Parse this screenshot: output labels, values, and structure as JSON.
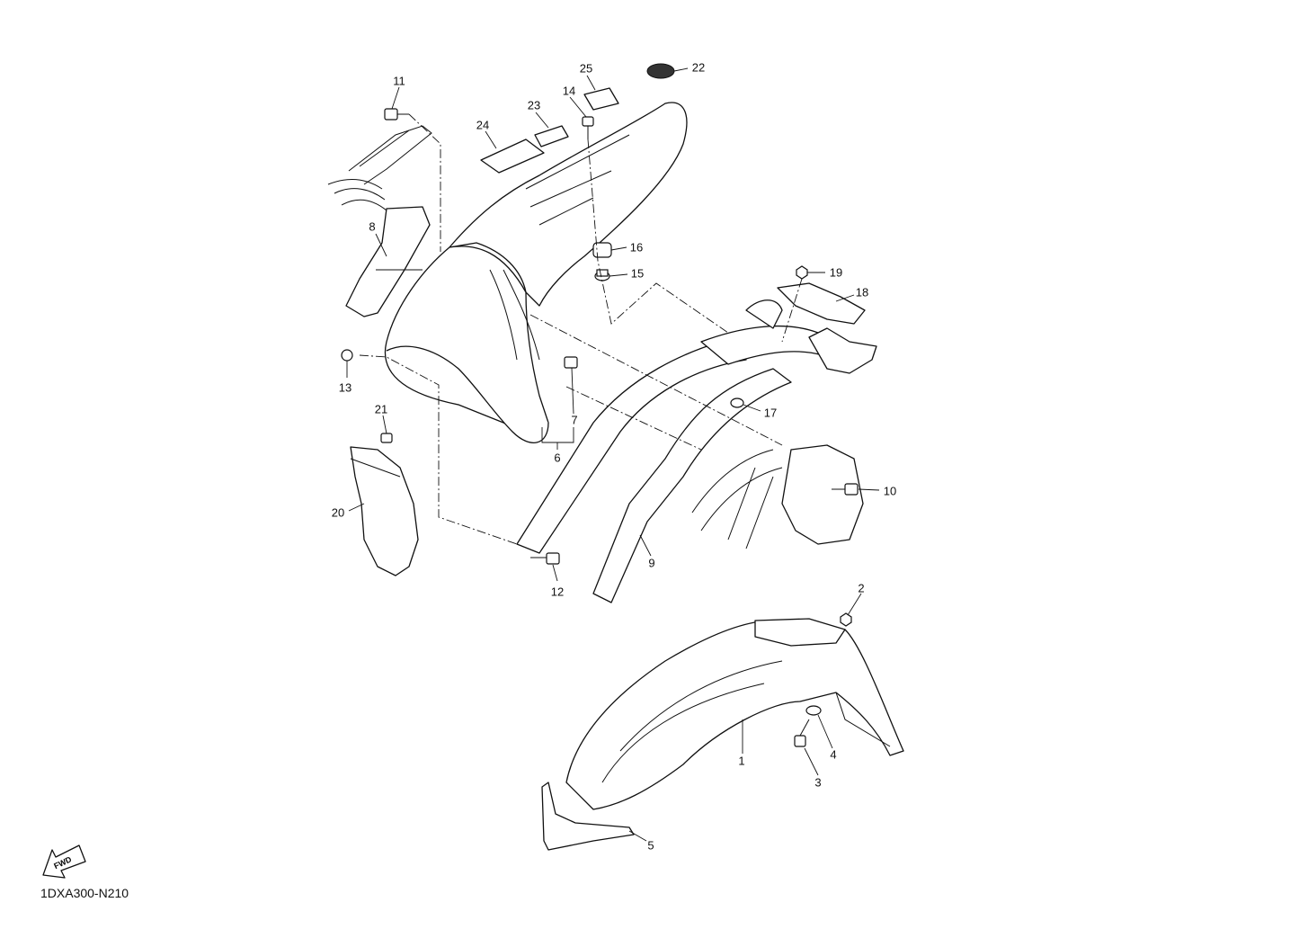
{
  "diagram": {
    "code": "1DXA300-N210",
    "fwd_label": "FWD",
    "callouts": [
      {
        "id": "c1",
        "text": "1"
      },
      {
        "id": "c2",
        "text": "2"
      },
      {
        "id": "c3",
        "text": "3"
      },
      {
        "id": "c4",
        "text": "4"
      },
      {
        "id": "c5",
        "text": "5"
      },
      {
        "id": "c6",
        "text": "6"
      },
      {
        "id": "c7",
        "text": "7"
      },
      {
        "id": "c8",
        "text": "8"
      },
      {
        "id": "c9",
        "text": "9"
      },
      {
        "id": "c10",
        "text": "10"
      },
      {
        "id": "c11",
        "text": "11"
      },
      {
        "id": "c12",
        "text": "12"
      },
      {
        "id": "c13",
        "text": "13"
      },
      {
        "id": "c14",
        "text": "14"
      },
      {
        "id": "c15",
        "text": "15"
      },
      {
        "id": "c16",
        "text": "16"
      },
      {
        "id": "c17",
        "text": "17"
      },
      {
        "id": "c18",
        "text": "18"
      },
      {
        "id": "c19",
        "text": "19"
      },
      {
        "id": "c20",
        "text": "20"
      },
      {
        "id": "c21",
        "text": "21"
      },
      {
        "id": "c22",
        "text": "22"
      },
      {
        "id": "c23",
        "text": "23"
      },
      {
        "id": "c24",
        "text": "24"
      },
      {
        "id": "c25",
        "text": "25"
      }
    ]
  }
}
